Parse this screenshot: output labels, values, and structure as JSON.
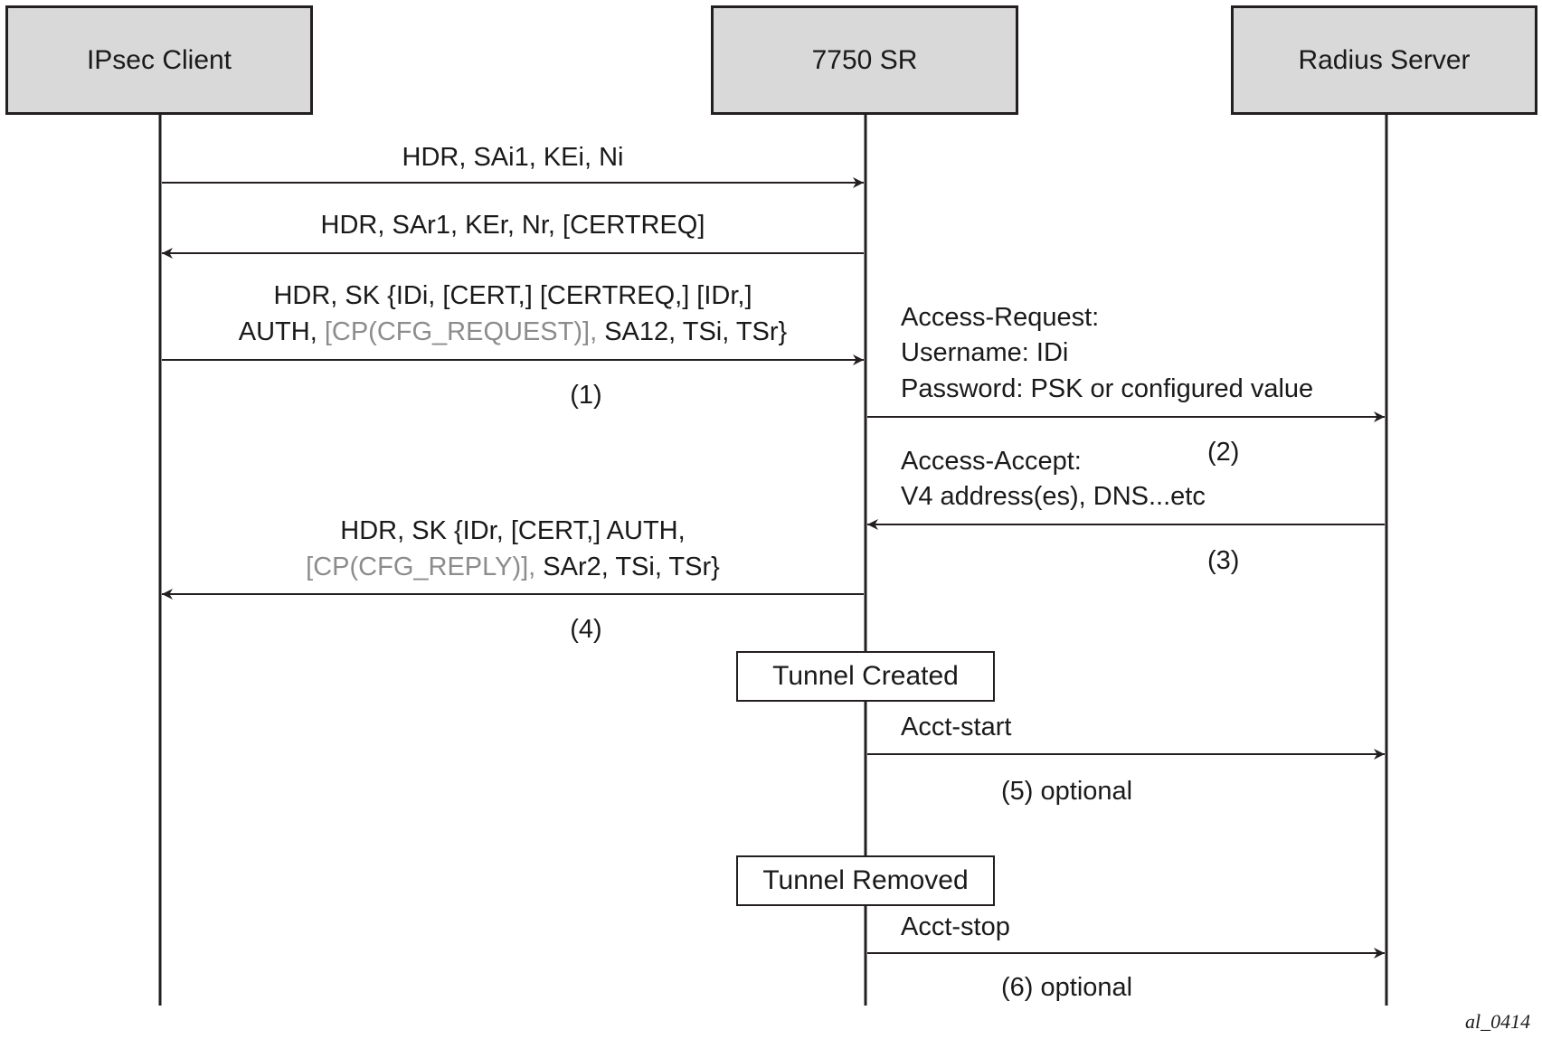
{
  "participants": [
    {
      "label": "IPsec Client"
    },
    {
      "label": "7750 SR"
    },
    {
      "label": "Radius Server"
    }
  ],
  "messages": {
    "m1": "HDR, SAi1, KEi, Ni",
    "m2": "HDR, SAr1, KEr, Nr, [CERTREQ]",
    "m3_line1": "HDR, SK {IDi, [CERT,] [CERTREQ,] [IDr,]",
    "m3_line2_a": "AUTH, ",
    "m3_line2_gray": "[CP(CFG_REQUEST)],",
    "m3_line2_b": " SA12, TSi, TSr}",
    "m3_step": "(1)",
    "ar_line1": "Access-Request:",
    "ar_line2": "Username: IDi",
    "ar_line3": "Password: PSK or configured value",
    "ar_step": "(2)",
    "aa_line1": "Access-Accept:",
    "aa_line2": "V4 address(es), DNS...etc",
    "aa_step": "(3)",
    "m4_line1": "HDR, SK {IDr, [CERT,] AUTH,",
    "m4_line2_gray": "[CP(CFG_REPLY)],",
    "m4_line2_b": " SAr2, TSi, TSr}",
    "m4_step": "(4)",
    "tunnel_created": "Tunnel Created",
    "acct_start": "Acct-start",
    "acct_start_step": "(5) optional",
    "tunnel_removed": "Tunnel Removed",
    "acct_stop": "Acct-stop",
    "acct_stop_step": "(6) optional"
  },
  "figure_id": "al_0414",
  "colors": {
    "line": "#231f20",
    "header_fill": "#d9d9d9",
    "highlight_text": "#8c8c8c"
  }
}
